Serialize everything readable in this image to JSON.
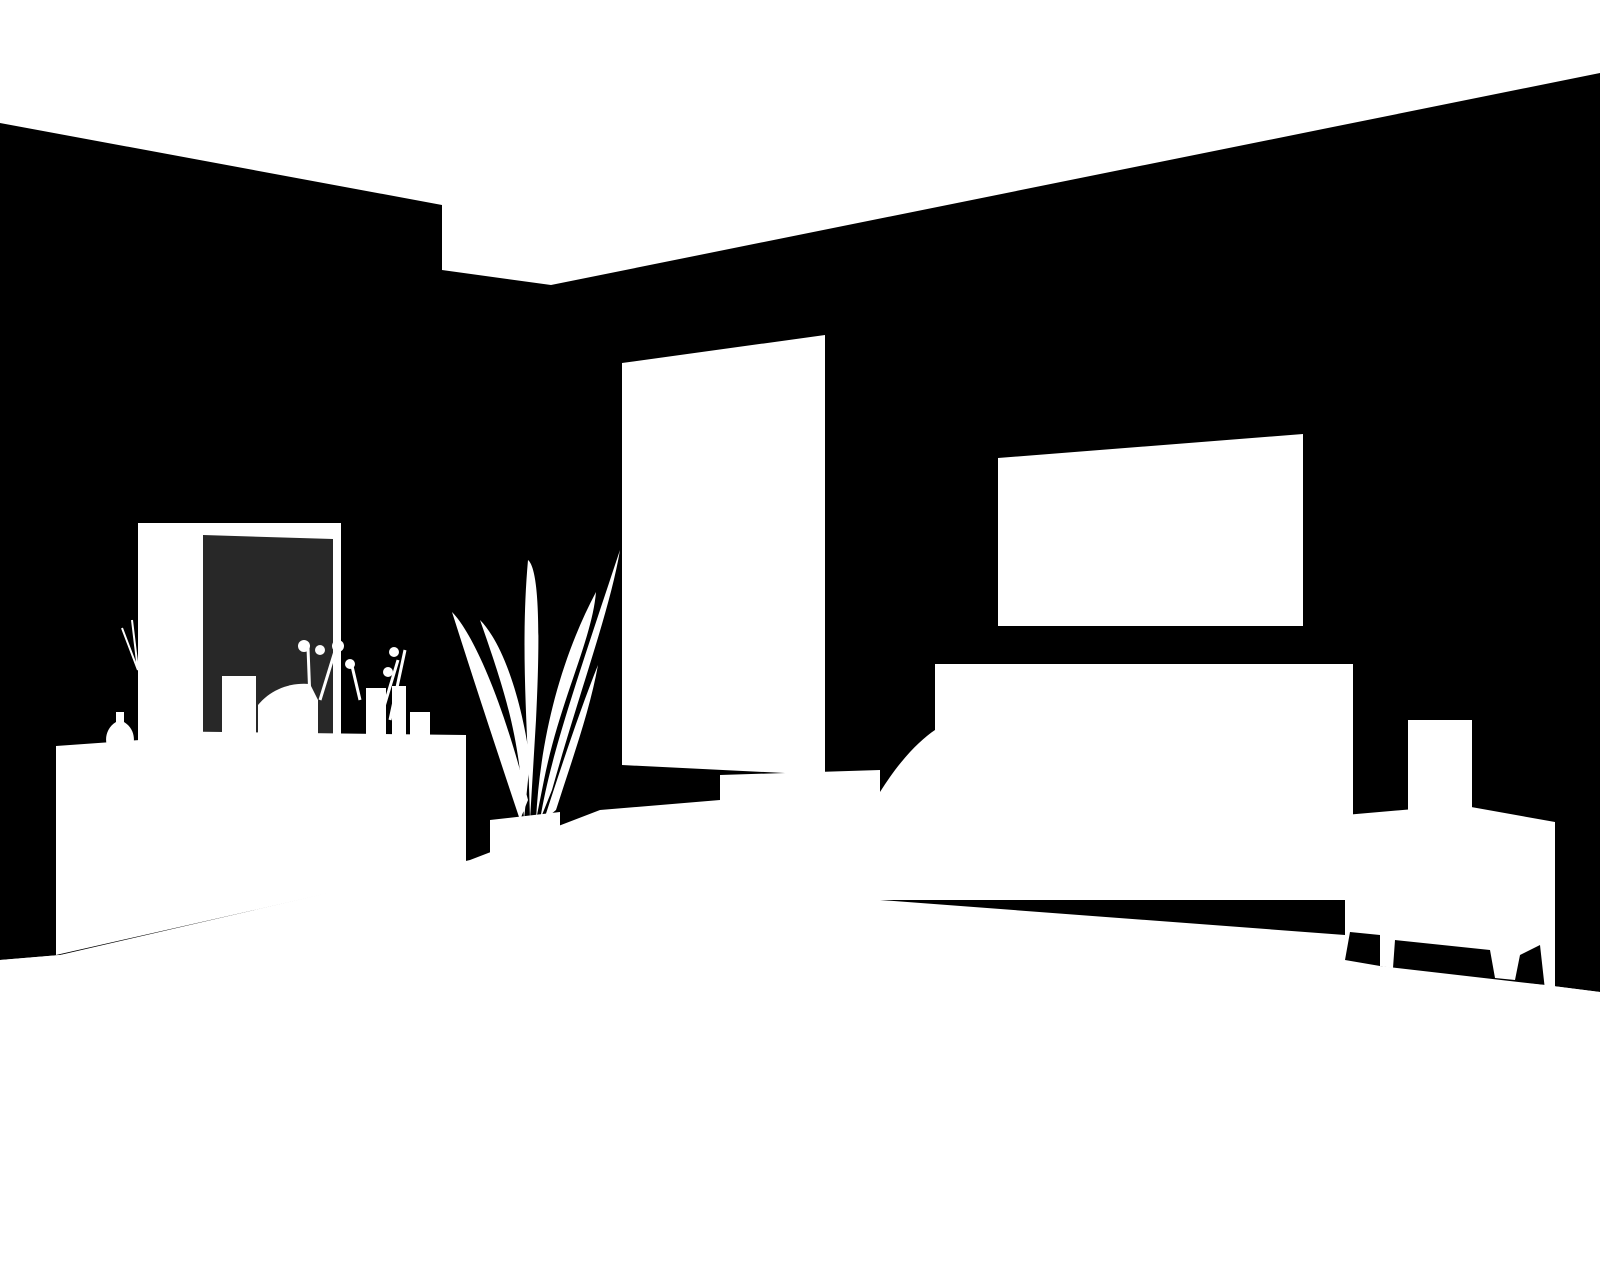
{
  "scene": {
    "kind": "room-silhouette-mask",
    "palette": {
      "background": "#ffffff",
      "wall": "#000000",
      "mirror_glass": "#282828",
      "foreground": "#ffffff"
    },
    "objects": [
      "ceiling",
      "back-wall",
      "doorway",
      "wall-picture",
      "dresser",
      "mirror",
      "potted-plant",
      "bed",
      "nightstand",
      "table-lamp",
      "floor"
    ]
  }
}
